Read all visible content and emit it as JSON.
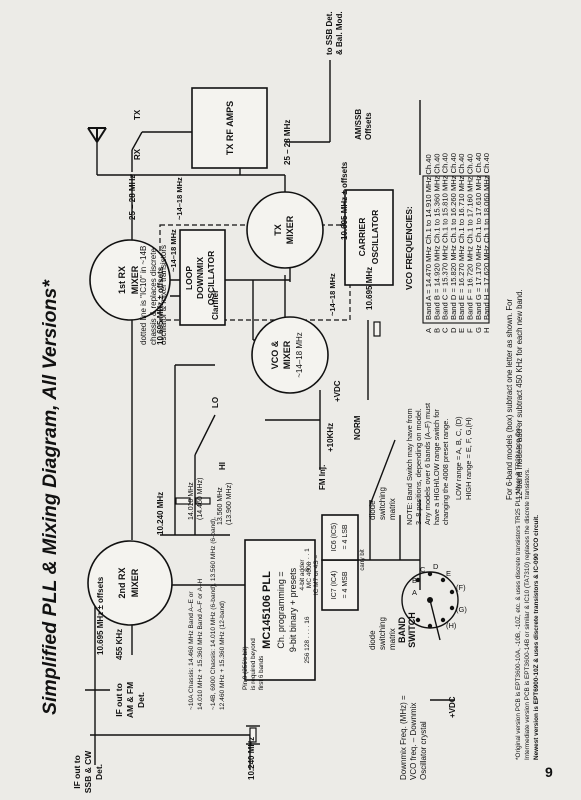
{
  "page": {
    "title": "Simplified PLL & Mixing Diagram, All Versions*",
    "page_number": "9"
  },
  "blocks": {
    "rx2": [
      "2nd RX",
      "MIXER"
    ],
    "rx1": [
      "1st RX",
      "MIXER"
    ],
    "tx": [
      "TX",
      "MIXER"
    ],
    "vco": [
      "VCO &",
      "MIXER",
      "~14–18 MHz"
    ],
    "loop": [
      "LOOP",
      "DOWNMIX",
      "OSCILLATOR"
    ],
    "carrier": [
      "CARRIER",
      "OSCILLATOR"
    ],
    "txrf": "TX RF AMPS",
    "pll": [
      "MC145106 PLL",
      "Ch. programming =",
      "9-bit binary + presets"
    ],
    "pll_pins": "256      128 . . . . 16",
    "pll_pins2": "8 . . . . 1",
    "ic6": [
      "IC6 (IC5)",
      "= 4 LSB"
    ],
    "ic7": [
      "IC7 (IC4)",
      "= 4 MSB"
    ],
    "ic_adder": [
      "IC M7 or 4S =",
      "MC 4008",
      "4-bit adder"
    ],
    "carry": "carry bit",
    "band_switch": [
      "BAND",
      "SWITCH"
    ]
  },
  "labels": {
    "if_ssb": [
      "IF out to",
      "SSB & CW",
      "Det."
    ],
    "if_am": [
      "IF out to",
      "AM & FM",
      "Det."
    ],
    "f10695_left": "10.695 MHz ± offsets",
    "f455": "455 KHz",
    "f10240_a": "10.240 MHz",
    "f10240_b": "10.240 MHz",
    "f10240_c": "10.240 MHz",
    "f10695_mid": "10.695 MHz ± offsets",
    "f10695_carrier": "10.695 MHz ± offsets",
    "f10695_xtal": "10.695 MHz",
    "f25_28_a": "25 – 28 MHz",
    "f25_28_b": "25 – 28 MHz",
    "f14_18_a": "~14–18 MHz",
    "f14_18_b": "~14–18 MHz",
    "f14_18_c": "~14–18 MHz",
    "tx": "TX",
    "rx": "RX",
    "to_ssb": [
      "to SSB Det.",
      "& Bal. Mod."
    ],
    "am_ssb": [
      "AM/SSB",
      "Offsets"
    ],
    "clarifier": "Clarifier",
    "vdc_a": "+VDC",
    "vdc_b": "+VDC",
    "vdc_c": "+10KHz",
    "norm": "NORM",
    "fm_inj": "FM Inj.",
    "hi": "HI",
    "lo": "LO",
    "x14010": [
      "14.010 MHz",
      "(14.460 MHz)"
    ],
    "x13560": [
      "13.560 MHz",
      "(13.960 MHz)"
    ],
    "diode_a": [
      "diode",
      "switching",
      "matrix"
    ],
    "diode_b": [
      "diode",
      "switching",
      "matrix"
    ],
    "dotted_note": [
      "dotted line is \"IC10\" in ~14B",
      "chassis & replaces discrete",
      "oscillator & mixer transistors"
    ],
    "chassis_10a": [
      "~10A Chassis: 14.460 MHz Band A–E or",
      "14.010 MHz + 15.360 MHz Band A–F or A–H"
    ],
    "chassis_14b": [
      "~14B, 6900 Chassis: 14.010 MHz (6-band), 13.560 MHz (6-band),",
      "12.460 MHz + 15.360 MHz (12-band)"
    ],
    "pin9": [
      "Pin 9 (256's bit)",
      "is required beyond",
      "first 6 bands"
    ],
    "downmix": [
      "Downmix Freq. (MHz) =",
      "VCO freq. – Downmix",
      "Oscillator crystal"
    ],
    "note_band": [
      "NOTE: Band Switch may have from",
      "3–8 positions, depending on model.",
      "Any models over 6 bands (A–F) must",
      "have a HIGH/LOW range switch for",
      "changing the 4008 preset range."
    ],
    "low_range": "LOW range = A, B, C, (D)",
    "high_range": "HIGH range = E, F, G,(H)",
    "band_letters": [
      "A",
      "B",
      "C",
      "D",
      "E",
      "(F)",
      "(G)",
      "(H)"
    ]
  },
  "vco_table": {
    "header": "VCO FREQUENCIES:",
    "rows": [
      {
        "letter": "A",
        "text": "Band A = 14.470 MHz Ch.1 to 14.910 MHz Ch.40"
      },
      {
        "letter": "B",
        "text": "Band B = 14.920 MHz Ch.1 to 15.360 MHz Ch.40"
      },
      {
        "letter": "C",
        "text": "Band C = 15.370 MHz Ch.1 to 15.810 MHz Ch.40"
      },
      {
        "letter": "D",
        "text": "Band D = 15.820 MHz Ch.1 to 16.260 MHz Ch.40"
      },
      {
        "letter": "E",
        "text": "Band E = 16.270 MHz Ch.1 to 16.710 MHz Ch.40"
      },
      {
        "letter": "F",
        "text": "Band F = 16.720 MHz Ch.1 to 17.160 MHz Ch.40"
      },
      {
        "letter": "G",
        "text": "Band G = 17.170 MHz Ch.1 to 17.610 MHz Ch.40"
      },
      {
        "letter": "H",
        "text": "Band H = 17.620 MHz Ch.1 to 18.060 MHz Ch.40"
      }
    ],
    "note": [
      "For 6-band models (box) subtract one letter as shown.  For",
      "12-band models add or subtract 450 KHz for each new band."
    ]
  },
  "footnote": [
    "*Original version PCB is EPT3600-10A, -10B, -10Z, etc. & uses discrete transistors TR25 PLL Mixer & TR29 Loop Osc.",
    "Intermediate version PCB is EPT3600-14B or similar & IC10 (TA7310) replaces the discrete transistors.",
    "Newest version is EPT6900-10Z & uses discrete transistors & IC-090 VCO circuit."
  ]
}
